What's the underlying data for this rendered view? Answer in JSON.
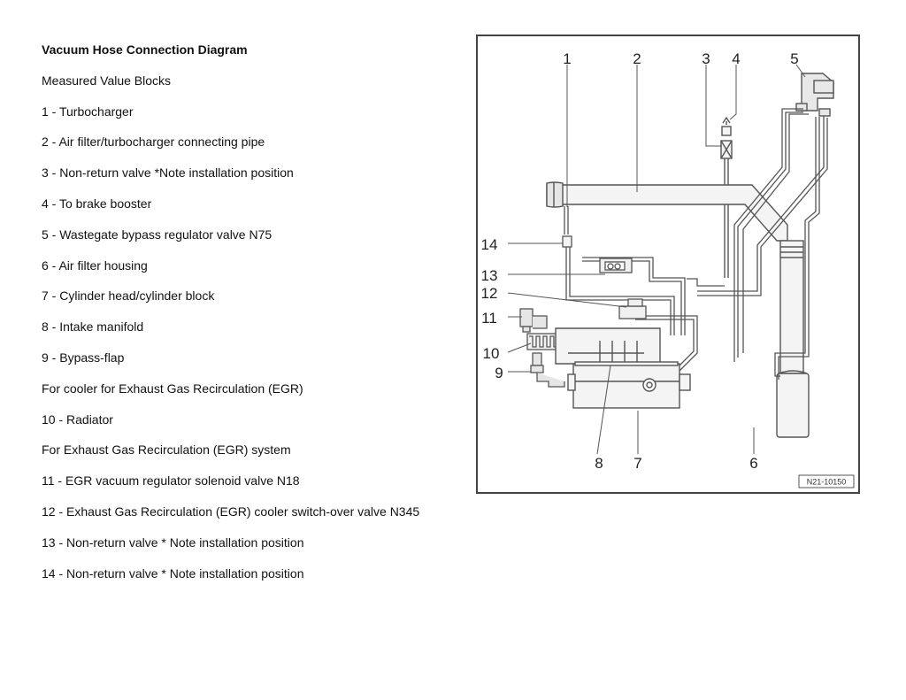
{
  "legend": {
    "title": "Vacuum Hose Connection Diagram",
    "subtitle": "Measured Value Blocks",
    "items": [
      "1 - Turbocharger",
      "2 - Air filter/turbocharger connecting pipe",
      "3 - Non-return valve  *Note installation position",
      "4 - To brake booster",
      "5 - Wastegate bypass regulator valve N75",
      "6 - Air filter housing",
      "7 - Cylinder head/cylinder block",
      "8 - Intake manifold",
      "9 - Bypass-flap",
      "For cooler for Exhaust Gas Recirculation (EGR)",
      "10 - Radiator",
      "For Exhaust Gas Recirculation (EGR) system",
      "11 - EGR vacuum regulator solenoid valve N18",
      "12 - Exhaust Gas Recirculation (EGR) cooler switch-over valve N345",
      "13 - Non-return valve  * Note installation position",
      "14 - Non-return valve * Note installation position"
    ]
  },
  "diagram": {
    "figure_id": "N21-10150",
    "callouts": [
      "1",
      "2",
      "3",
      "4",
      "5",
      "6",
      "7",
      "8",
      "9",
      "10",
      "11",
      "12",
      "13",
      "14"
    ]
  }
}
